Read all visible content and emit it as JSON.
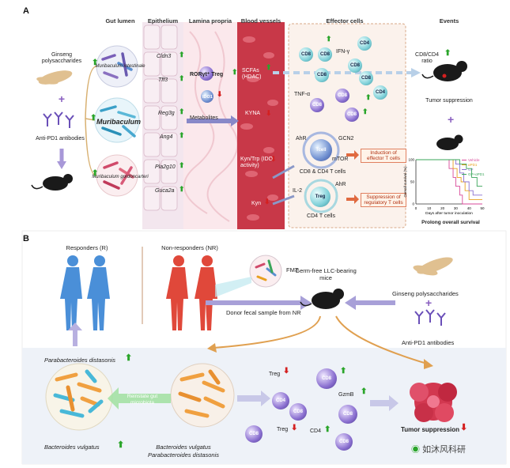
{
  "panelA": {
    "letter": "A",
    "headers": {
      "gut_lumen": "Gut lumen",
      "epithelium": "Epithelium",
      "lamina_propria": "Lamina propria",
      "blood_vessels": "Blood vessels",
      "effector_cells": "Effector cells",
      "events": "Events"
    },
    "left": {
      "ginseng": "Ginseng polysaccharides",
      "plus": "+",
      "antipd1": "Anti-PD1 antibodies"
    },
    "bacteria": {
      "top": "Muribaculum intestinale",
      "middle": "Muribaculum",
      "bottom": "Muribaculum gordoncarteri"
    },
    "genes": [
      "Cldn3",
      "Tff3",
      "Reg3g",
      "Ang4",
      "Pla2g10",
      "Guca2a"
    ],
    "lamina": {
      "rorgt": "RORγt⁺ Treg",
      "ido": "IDO1",
      "metabolites": "Metabolites"
    },
    "vessels": {
      "scfa": "SCFAs (HDAC)",
      "kyna": "KYNA",
      "kyn_trp": "Kyn/Trp (IDO activity)",
      "kyn": "Kyn"
    },
    "effector": {
      "ifn": "IFN-γ",
      "tnf": "TNF-α",
      "cd8": "CD8",
      "cd4": "CD4",
      "ahr": "AhR",
      "gcn2": "GCN2",
      "tcell": "Tcell",
      "mtor": "mTOR",
      "cd8_cd4_cells": "CD8 & CD4 T cells",
      "induction": "Induction of effector T cells",
      "il2": "IL-2",
      "treg": "Treg",
      "cd4_cells": "CD4 T cells",
      "suppression": "Suppression of regulatory T cells"
    },
    "events": {
      "ratio": "CD8/CD4 ratio",
      "tumor_suppression": "Tumor suppression",
      "plus": "+",
      "prolong": "Prolong overall survival"
    }
  },
  "chart_data": {
    "type": "line",
    "xlabel": "Days after tumor inoculation",
    "ylabel": "Overall survival (%)",
    "xlim": [
      0,
      50
    ],
    "ylim": [
      0,
      100
    ],
    "xticks": [
      0,
      10,
      20,
      30,
      40,
      50
    ],
    "yticks": [
      0,
      50,
      100
    ],
    "legend_position": "top-right",
    "series": [
      {
        "name": "Vehicle",
        "color": "#d94a9a",
        "x": [
          0,
          22,
          25,
          28,
          30,
          33,
          35
        ],
        "y": [
          100,
          100,
          80,
          60,
          40,
          20,
          0
        ]
      },
      {
        "name": "αPD1",
        "color": "#e8a020",
        "x": [
          0,
          24,
          28,
          31,
          34,
          37,
          40
        ],
        "y": [
          100,
          100,
          80,
          60,
          50,
          30,
          10
        ]
      },
      {
        "name": "GP",
        "color": "#8a6fd0",
        "x": [
          0,
          26,
          30,
          33,
          36,
          40,
          43
        ],
        "y": [
          100,
          100,
          90,
          70,
          50,
          30,
          20
        ]
      },
      {
        "name": "GP+αPD1",
        "color": "#3aa55a",
        "x": [
          0,
          28,
          33,
          38,
          42,
          46,
          50
        ],
        "y": [
          100,
          100,
          90,
          80,
          60,
          40,
          40
        ]
      }
    ]
  },
  "panelB": {
    "letter": "B",
    "responders": "Responders (R)",
    "nonresponders": "Non-responders (NR)",
    "fmt": "FMT",
    "germfree": "Germ-free LLC-bearing mice",
    "donor": "Donor fecal sample from NR",
    "ginseng": "Ginseng polysaccharides",
    "plus": "+",
    "antipd1": "Anti-PD1 antibodies",
    "parabacteroides": "Parabacteroides distasonis",
    "reinstate": "Reinstate gut microbiota",
    "bvulgatus": "Bacteroides vulgatus",
    "bvulgatus2": "Bacteroides vulgatus",
    "pdistasonis2": "Parabacteroides distasonis",
    "cells": {
      "treg": "Treg",
      "cd4": "CD4",
      "cd8": "CD8",
      "gzmb": "GzmB"
    },
    "tumor_suppression": "Tumor suppression",
    "watermark": "如沐风科研"
  },
  "colors": {
    "body_blue": "#4a8fd8",
    "body_red": "#e0483a",
    "up_arrow": "#2aa52a",
    "down_arrow": "#d42020",
    "tumor": "#d23850"
  }
}
